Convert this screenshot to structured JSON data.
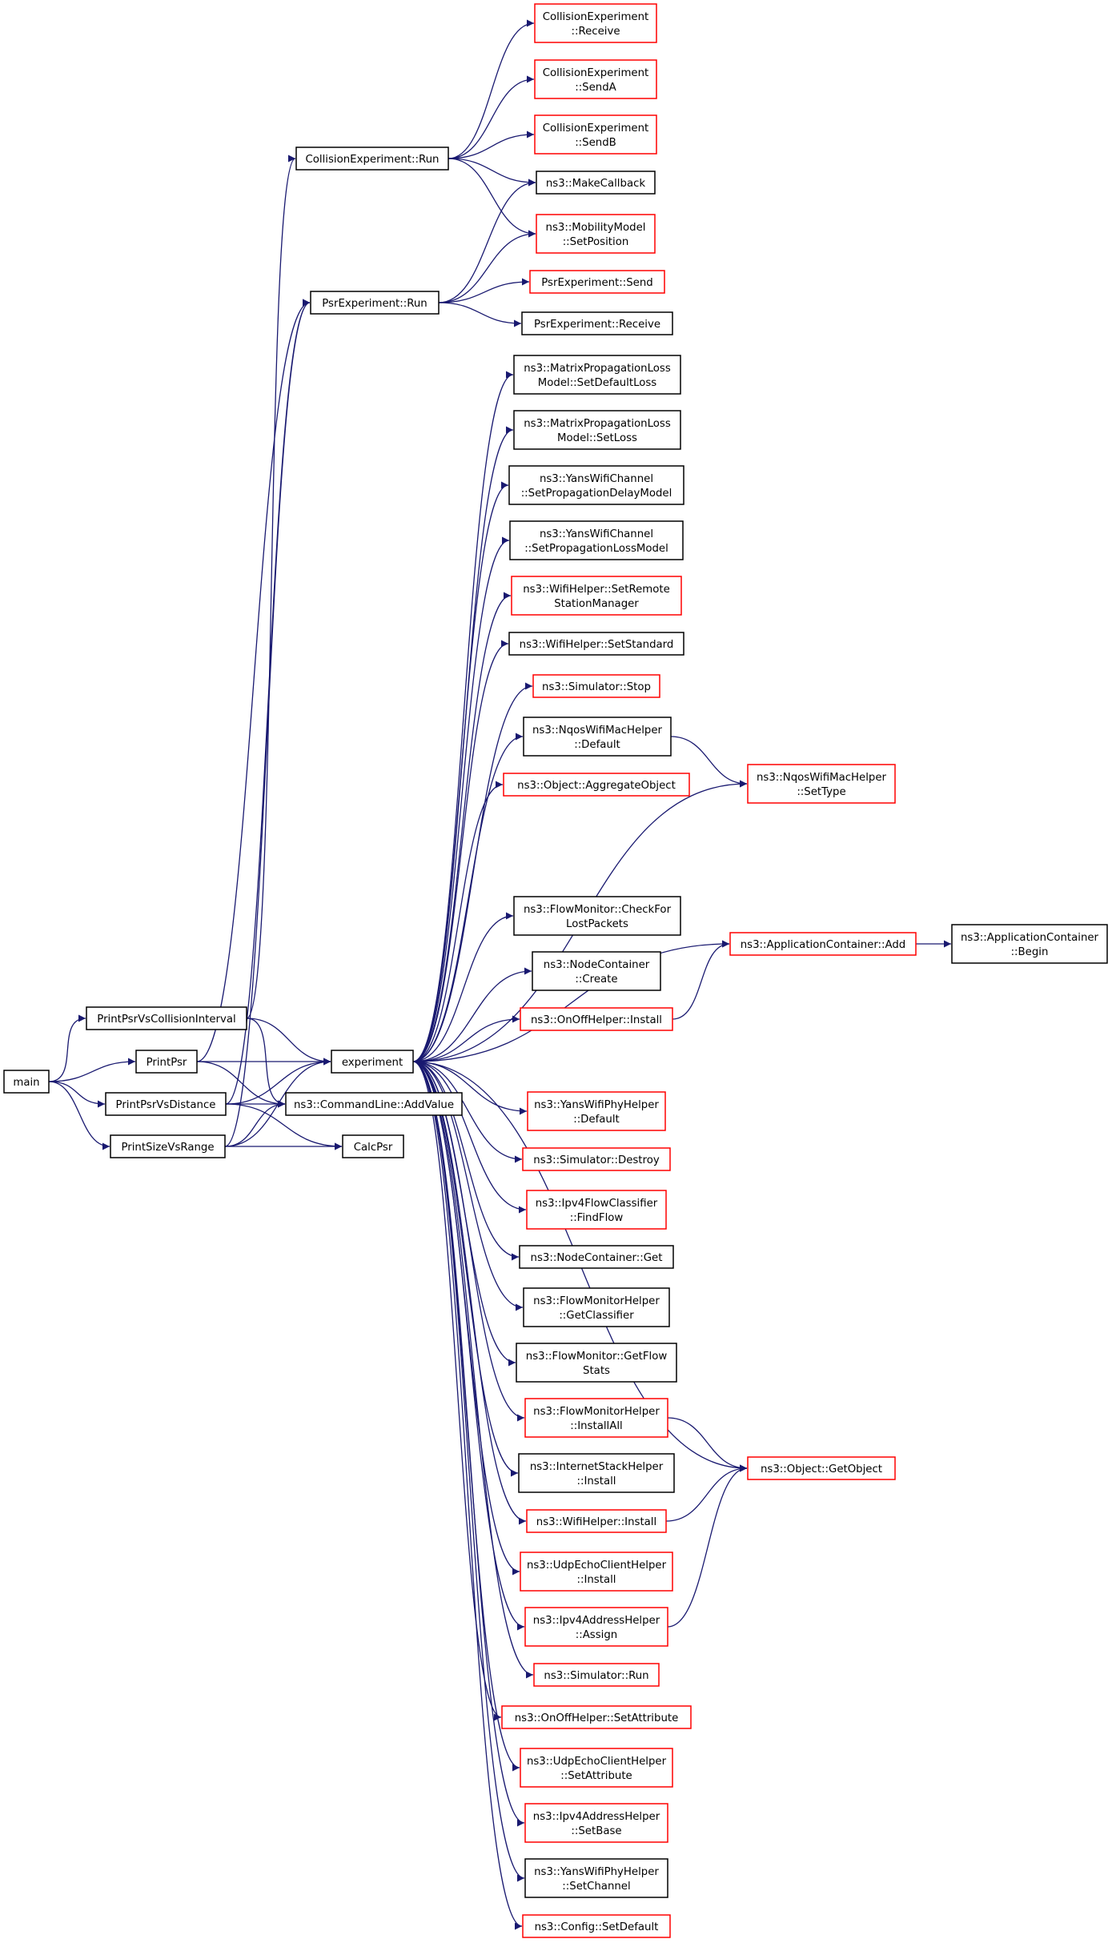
{
  "colors": {
    "edge": "#191970",
    "border_documented": "#000000",
    "border_undocumented": "#ff0000",
    "root_fill": "#bfbfbf"
  },
  "nodes": [
    {
      "id": "main",
      "lines": [
        "main"
      ],
      "kind": "root"
    },
    {
      "id": "ppvci",
      "lines": [
        "PrintPsrVsCollisionInterval"
      ],
      "kind": "black"
    },
    {
      "id": "printpsr",
      "lines": [
        "PrintPsr"
      ],
      "kind": "black"
    },
    {
      "id": "ppvd",
      "lines": [
        "PrintPsrVsDistance"
      ],
      "kind": "black"
    },
    {
      "id": "psvr",
      "lines": [
        "PrintSizeVsRange"
      ],
      "kind": "black"
    },
    {
      "id": "experiment",
      "lines": [
        "experiment"
      ],
      "kind": "black"
    },
    {
      "id": "addvalue",
      "lines": [
        "ns3::CommandLine::AddValue"
      ],
      "kind": "black"
    },
    {
      "id": "calcpsr",
      "lines": [
        "CalcPsr"
      ],
      "kind": "black"
    },
    {
      "id": "cerun",
      "lines": [
        "CollisionExperiment::Run"
      ],
      "kind": "black"
    },
    {
      "id": "perun",
      "lines": [
        "PsrExperiment::Run"
      ],
      "kind": "black"
    },
    {
      "id": "cereceive",
      "lines": [
        "CollisionExperiment",
        "::Receive"
      ],
      "kind": "red"
    },
    {
      "id": "cesenda",
      "lines": [
        "CollisionExperiment",
        "::SendA"
      ],
      "kind": "red"
    },
    {
      "id": "cesendb",
      "lines": [
        "CollisionExperiment",
        "::SendB"
      ],
      "kind": "red"
    },
    {
      "id": "makecallback",
      "lines": [
        "ns3::MakeCallback"
      ],
      "kind": "black"
    },
    {
      "id": "setposition",
      "lines": [
        "ns3::MobilityModel",
        "::SetPosition"
      ],
      "kind": "red"
    },
    {
      "id": "pesend",
      "lines": [
        "PsrExperiment::Send"
      ],
      "kind": "red"
    },
    {
      "id": "pereceive",
      "lines": [
        "PsrExperiment::Receive"
      ],
      "kind": "black"
    },
    {
      "id": "setdefaultloss",
      "lines": [
        "ns3::MatrixPropagationLoss",
        "Model::SetDefaultLoss"
      ],
      "kind": "black"
    },
    {
      "id": "setloss",
      "lines": [
        "ns3::MatrixPropagationLoss",
        "Model::SetLoss"
      ],
      "kind": "black"
    },
    {
      "id": "setpropdelay",
      "lines": [
        "ns3::YansWifiChannel",
        "::SetPropagationDelayModel"
      ],
      "kind": "black"
    },
    {
      "id": "setproploss",
      "lines": [
        "ns3::YansWifiChannel",
        "::SetPropagationLossModel"
      ],
      "kind": "black"
    },
    {
      "id": "setremote",
      "lines": [
        "ns3::WifiHelper::SetRemote",
        "StationManager"
      ],
      "kind": "red"
    },
    {
      "id": "setstandard",
      "lines": [
        "ns3::WifiHelper::SetStandard"
      ],
      "kind": "black"
    },
    {
      "id": "simstop",
      "lines": [
        "ns3::Simulator::Stop"
      ],
      "kind": "red"
    },
    {
      "id": "nqosdefault",
      "lines": [
        "ns3::NqosWifiMacHelper",
        "::Default"
      ],
      "kind": "black"
    },
    {
      "id": "nqossettype",
      "lines": [
        "ns3::NqosWifiMacHelper",
        "::SetType"
      ],
      "kind": "red"
    },
    {
      "id": "aggregate",
      "lines": [
        "ns3::Object::AggregateObject"
      ],
      "kind": "red"
    },
    {
      "id": "checklost",
      "lines": [
        "ns3::FlowMonitor::CheckFor",
        "LostPackets"
      ],
      "kind": "black"
    },
    {
      "id": "appadd",
      "lines": [
        "ns3::ApplicationContainer::Add"
      ],
      "kind": "red"
    },
    {
      "id": "appbegin",
      "lines": [
        "ns3::ApplicationContainer",
        "::Begin"
      ],
      "kind": "black"
    },
    {
      "id": "nccreate",
      "lines": [
        "ns3::NodeContainer",
        "::Create"
      ],
      "kind": "black"
    },
    {
      "id": "onoffinstall",
      "lines": [
        "ns3::OnOffHelper::Install"
      ],
      "kind": "red"
    },
    {
      "id": "yansphydefault",
      "lines": [
        "ns3::YansWifiPhyHelper",
        "::Default"
      ],
      "kind": "red"
    },
    {
      "id": "simdestroy",
      "lines": [
        "ns3::Simulator::Destroy"
      ],
      "kind": "red"
    },
    {
      "id": "findflow",
      "lines": [
        "ns3::Ipv4FlowClassifier",
        "::FindFlow"
      ],
      "kind": "red"
    },
    {
      "id": "ncget",
      "lines": [
        "ns3::NodeContainer::Get"
      ],
      "kind": "black"
    },
    {
      "id": "getclassifier",
      "lines": [
        "ns3::FlowMonitorHelper",
        "::GetClassifier"
      ],
      "kind": "black"
    },
    {
      "id": "getflowstats",
      "lines": [
        "ns3::FlowMonitor::GetFlow",
        "Stats"
      ],
      "kind": "black"
    },
    {
      "id": "installall",
      "lines": [
        "ns3::FlowMonitorHelper",
        "::InstallAll"
      ],
      "kind": "red"
    },
    {
      "id": "getobject",
      "lines": [
        "ns3::Object::GetObject"
      ],
      "kind": "red"
    },
    {
      "id": "inetinstall",
      "lines": [
        "ns3::InternetStackHelper",
        "::Install"
      ],
      "kind": "black"
    },
    {
      "id": "wifiinstall",
      "lines": [
        "ns3::WifiHelper::Install"
      ],
      "kind": "red"
    },
    {
      "id": "udpinstall",
      "lines": [
        "ns3::UdpEchoClientHelper",
        "::Install"
      ],
      "kind": "red"
    },
    {
      "id": "ipv4assign",
      "lines": [
        "ns3::Ipv4AddressHelper",
        "::Assign"
      ],
      "kind": "red"
    },
    {
      "id": "simrun",
      "lines": [
        "ns3::Simulator::Run"
      ],
      "kind": "red"
    },
    {
      "id": "onoffsetattr",
      "lines": [
        "ns3::OnOffHelper::SetAttribute"
      ],
      "kind": "red"
    },
    {
      "id": "udpsetattr",
      "lines": [
        "ns3::UdpEchoClientHelper",
        "::SetAttribute"
      ],
      "kind": "red"
    },
    {
      "id": "ipv4setbase",
      "lines": [
        "ns3::Ipv4AddressHelper",
        "::SetBase"
      ],
      "kind": "red"
    },
    {
      "id": "yanssetchannel",
      "lines": [
        "ns3::YansWifiPhyHelper",
        "::SetChannel"
      ],
      "kind": "black"
    },
    {
      "id": "setdefault",
      "lines": [
        "ns3::Config::SetDefault"
      ],
      "kind": "red"
    }
  ],
  "edges": [
    [
      "main",
      "ppvci"
    ],
    [
      "main",
      "printpsr"
    ],
    [
      "main",
      "ppvd"
    ],
    [
      "main",
      "psvr"
    ],
    [
      "ppvci",
      "cerun"
    ],
    [
      "ppvci",
      "experiment"
    ],
    [
      "ppvci",
      "addvalue"
    ],
    [
      "printpsr",
      "perun"
    ],
    [
      "printpsr",
      "experiment"
    ],
    [
      "printpsr",
      "addvalue"
    ],
    [
      "ppvd",
      "perun"
    ],
    [
      "ppvd",
      "experiment"
    ],
    [
      "ppvd",
      "addvalue"
    ],
    [
      "ppvd",
      "calcpsr"
    ],
    [
      "psvr",
      "perun"
    ],
    [
      "psvr",
      "experiment"
    ],
    [
      "psvr",
      "addvalue"
    ],
    [
      "psvr",
      "calcpsr"
    ],
    [
      "cerun",
      "cereceive"
    ],
    [
      "cerun",
      "cesenda"
    ],
    [
      "cerun",
      "cesendb"
    ],
    [
      "cerun",
      "makecallback"
    ],
    [
      "cerun",
      "setposition"
    ],
    [
      "perun",
      "makecallback"
    ],
    [
      "perun",
      "setposition"
    ],
    [
      "perun",
      "pesend"
    ],
    [
      "perun",
      "pereceive"
    ],
    [
      "experiment",
      "setdefaultloss"
    ],
    [
      "experiment",
      "setloss"
    ],
    [
      "experiment",
      "setpropdelay"
    ],
    [
      "experiment",
      "setproploss"
    ],
    [
      "experiment",
      "setremote"
    ],
    [
      "experiment",
      "setstandard"
    ],
    [
      "experiment",
      "simstop"
    ],
    [
      "experiment",
      "nqosdefault"
    ],
    [
      "experiment",
      "aggregate"
    ],
    [
      "experiment",
      "nqossettype"
    ],
    [
      "experiment",
      "appadd"
    ],
    [
      "experiment",
      "checklost"
    ],
    [
      "experiment",
      "nccreate"
    ],
    [
      "experiment",
      "onoffinstall"
    ],
    [
      "experiment",
      "getobject"
    ],
    [
      "experiment",
      "yansphydefault"
    ],
    [
      "experiment",
      "simdestroy"
    ],
    [
      "experiment",
      "findflow"
    ],
    [
      "experiment",
      "ncget"
    ],
    [
      "experiment",
      "getclassifier"
    ],
    [
      "experiment",
      "getflowstats"
    ],
    [
      "experiment",
      "installall"
    ],
    [
      "experiment",
      "inetinstall"
    ],
    [
      "experiment",
      "wifiinstall"
    ],
    [
      "experiment",
      "udpinstall"
    ],
    [
      "experiment",
      "ipv4assign"
    ],
    [
      "experiment",
      "simrun"
    ],
    [
      "experiment",
      "onoffsetattr"
    ],
    [
      "experiment",
      "udpsetattr"
    ],
    [
      "experiment",
      "ipv4setbase"
    ],
    [
      "experiment",
      "yanssetchannel"
    ],
    [
      "experiment",
      "setdefault"
    ],
    [
      "nqosdefault",
      "nqossettype"
    ],
    [
      "appadd",
      "appbegin"
    ],
    [
      "onoffinstall",
      "appadd"
    ],
    [
      "installall",
      "getobject"
    ],
    [
      "wifiinstall",
      "getobject"
    ],
    [
      "ipv4assign",
      "getobject"
    ]
  ]
}
